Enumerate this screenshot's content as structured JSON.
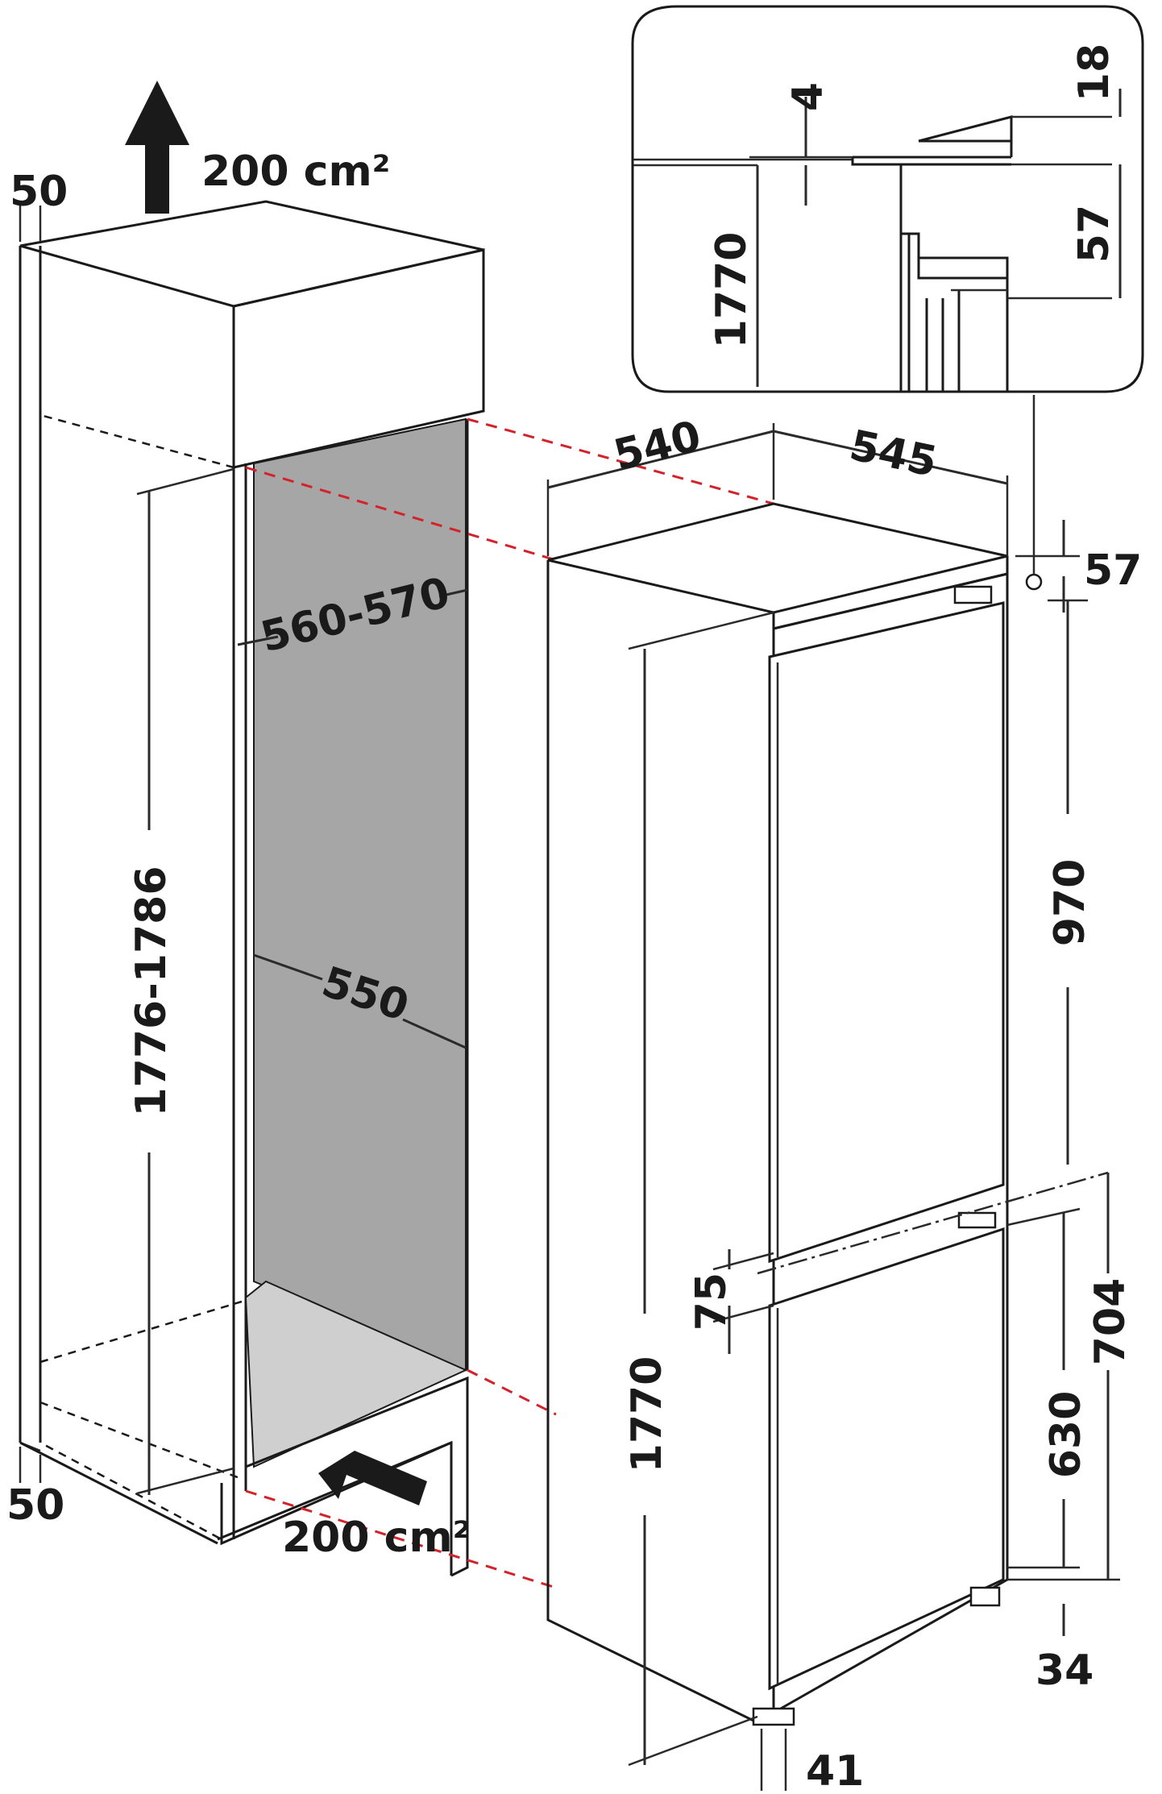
{
  "labels": {
    "vent_top": "200 cm²",
    "vent_bottom": "200 cm²",
    "gap_top": "50",
    "gap_bottom": "50",
    "niche_height": "1776-1786",
    "niche_width": "560-570",
    "niche_depth": "550",
    "appliance_width": "540",
    "appliance_depth": "545",
    "top_offset": "57",
    "appliance_height": "1770",
    "upper_door": "970",
    "door_gap": "75",
    "lower_section": "704",
    "lower_door": "630",
    "plinth": "34",
    "base_offset": "41"
  },
  "inset": {
    "gap_small": "4",
    "top_gap": "18",
    "bracket": "57",
    "height": "1770"
  },
  "colors": {
    "line": "#1a1a1a",
    "red_dash": "#d2232a",
    "niche_gray": "#a6a6a6",
    "floor_gray": "#cfcfcf",
    "appliance_top": "#ffffff"
  },
  "icons": [
    "arrow-up-icon",
    "arrow-in-icon"
  ]
}
